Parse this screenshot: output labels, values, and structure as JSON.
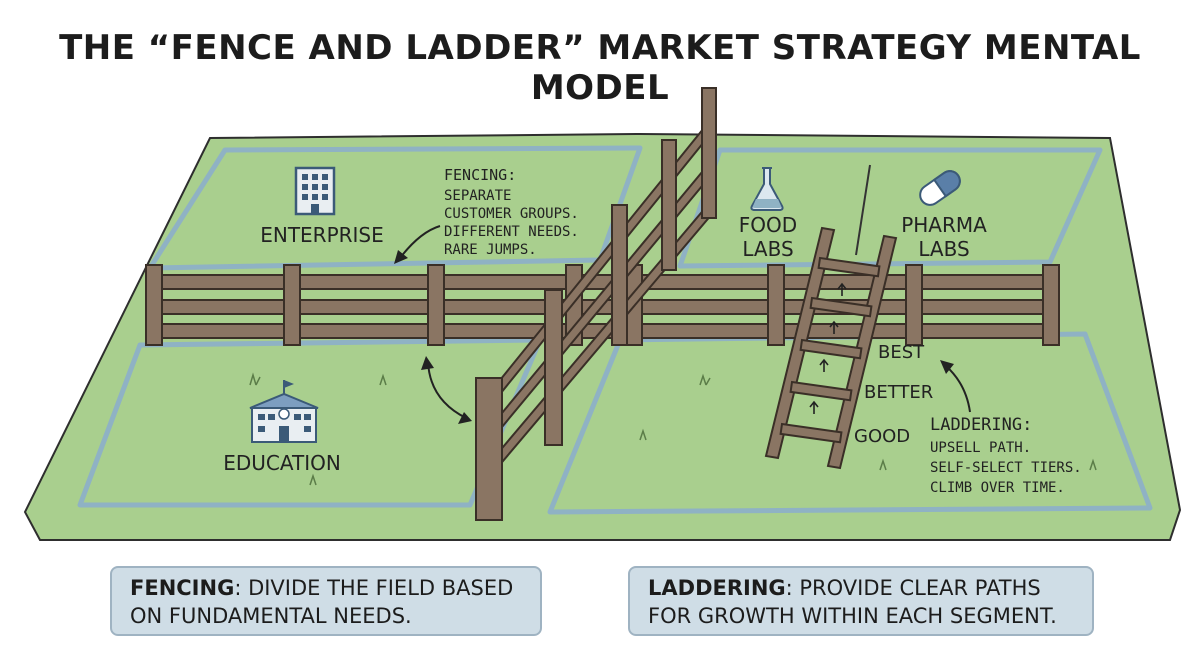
{
  "title": "The “Fence and Ladder” Market Strategy Mental Model",
  "segments": {
    "enterprise": "Enterprise",
    "education": "Education",
    "food_labs": [
      "Food",
      "Labs"
    ],
    "pharma_labs": [
      "Pharma",
      "Labs"
    ]
  },
  "fencing_note": {
    "heading": "Fencing:",
    "lines": [
      "Separate",
      "customer groups.",
      "Different needs.",
      "Rare jumps."
    ]
  },
  "ladder_tiers": [
    "Best",
    "Better",
    "Good"
  ],
  "laddering_note": {
    "heading": "Laddering:",
    "lines": [
      "Upsell path.",
      "Self-select tiers.",
      "Climb over time."
    ]
  },
  "captions": {
    "left": {
      "term": "Fencing",
      "rest": ": divide the field based on fundamental needs."
    },
    "right": {
      "term": "Laddering",
      "rest": ": provide clear paths for growth within each segment."
    }
  },
  "colors": {
    "grass": "#a9cf8e",
    "grass_dark": "#8cb873",
    "water": "#8fb2c4",
    "wood": "#8a7563",
    "wood_dark": "#5e4e41",
    "caption_bg": "#cfdde6"
  },
  "icons": [
    "office-building-icon",
    "school-building-icon",
    "flask-icon",
    "pill-capsule-icon",
    "ladder-icon"
  ]
}
